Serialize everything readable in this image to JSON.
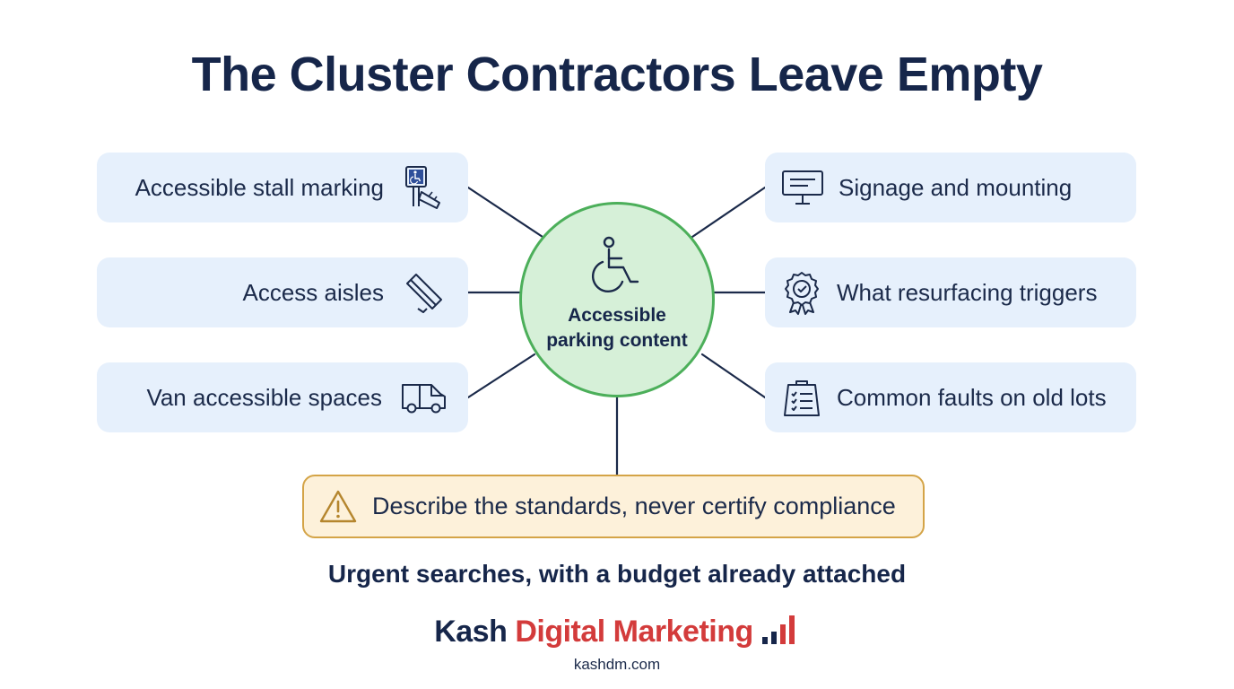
{
  "title": "The Cluster Contractors Leave Empty",
  "hub": {
    "label": "Accessible parking content",
    "icon": "wheelchair-icon"
  },
  "left_items": [
    {
      "label": "Accessible stall marking",
      "icon": "accessible-sign-icon"
    },
    {
      "label": "Access aisles",
      "icon": "aisle-stripes-icon"
    },
    {
      "label": "Van accessible spaces",
      "icon": "van-icon"
    }
  ],
  "right_items": [
    {
      "label": "Signage and mounting",
      "icon": "sign-board-icon"
    },
    {
      "label": "What resurfacing triggers",
      "icon": "award-badge-icon"
    },
    {
      "label": "Common faults on old lots",
      "icon": "checklist-icon"
    }
  ],
  "warning": {
    "label": "Describe the standards, never certify compliance",
    "icon": "warning-triangle-icon"
  },
  "tagline": "Urgent searches, with a budget already attached",
  "brand": {
    "name_part1": "Kash",
    "name_part2": "Digital Marketing",
    "domain": "kashdm.com",
    "icon": "bar-chart-icon"
  },
  "colors": {
    "title": "#16264a",
    "card_bg": "#e6f0fc",
    "hub_bg": "#d6f0d8",
    "hub_border": "#4caf5a",
    "warning_bg": "#fdf1da",
    "warning_border": "#d4a447",
    "brand_red": "#d33b3b"
  }
}
